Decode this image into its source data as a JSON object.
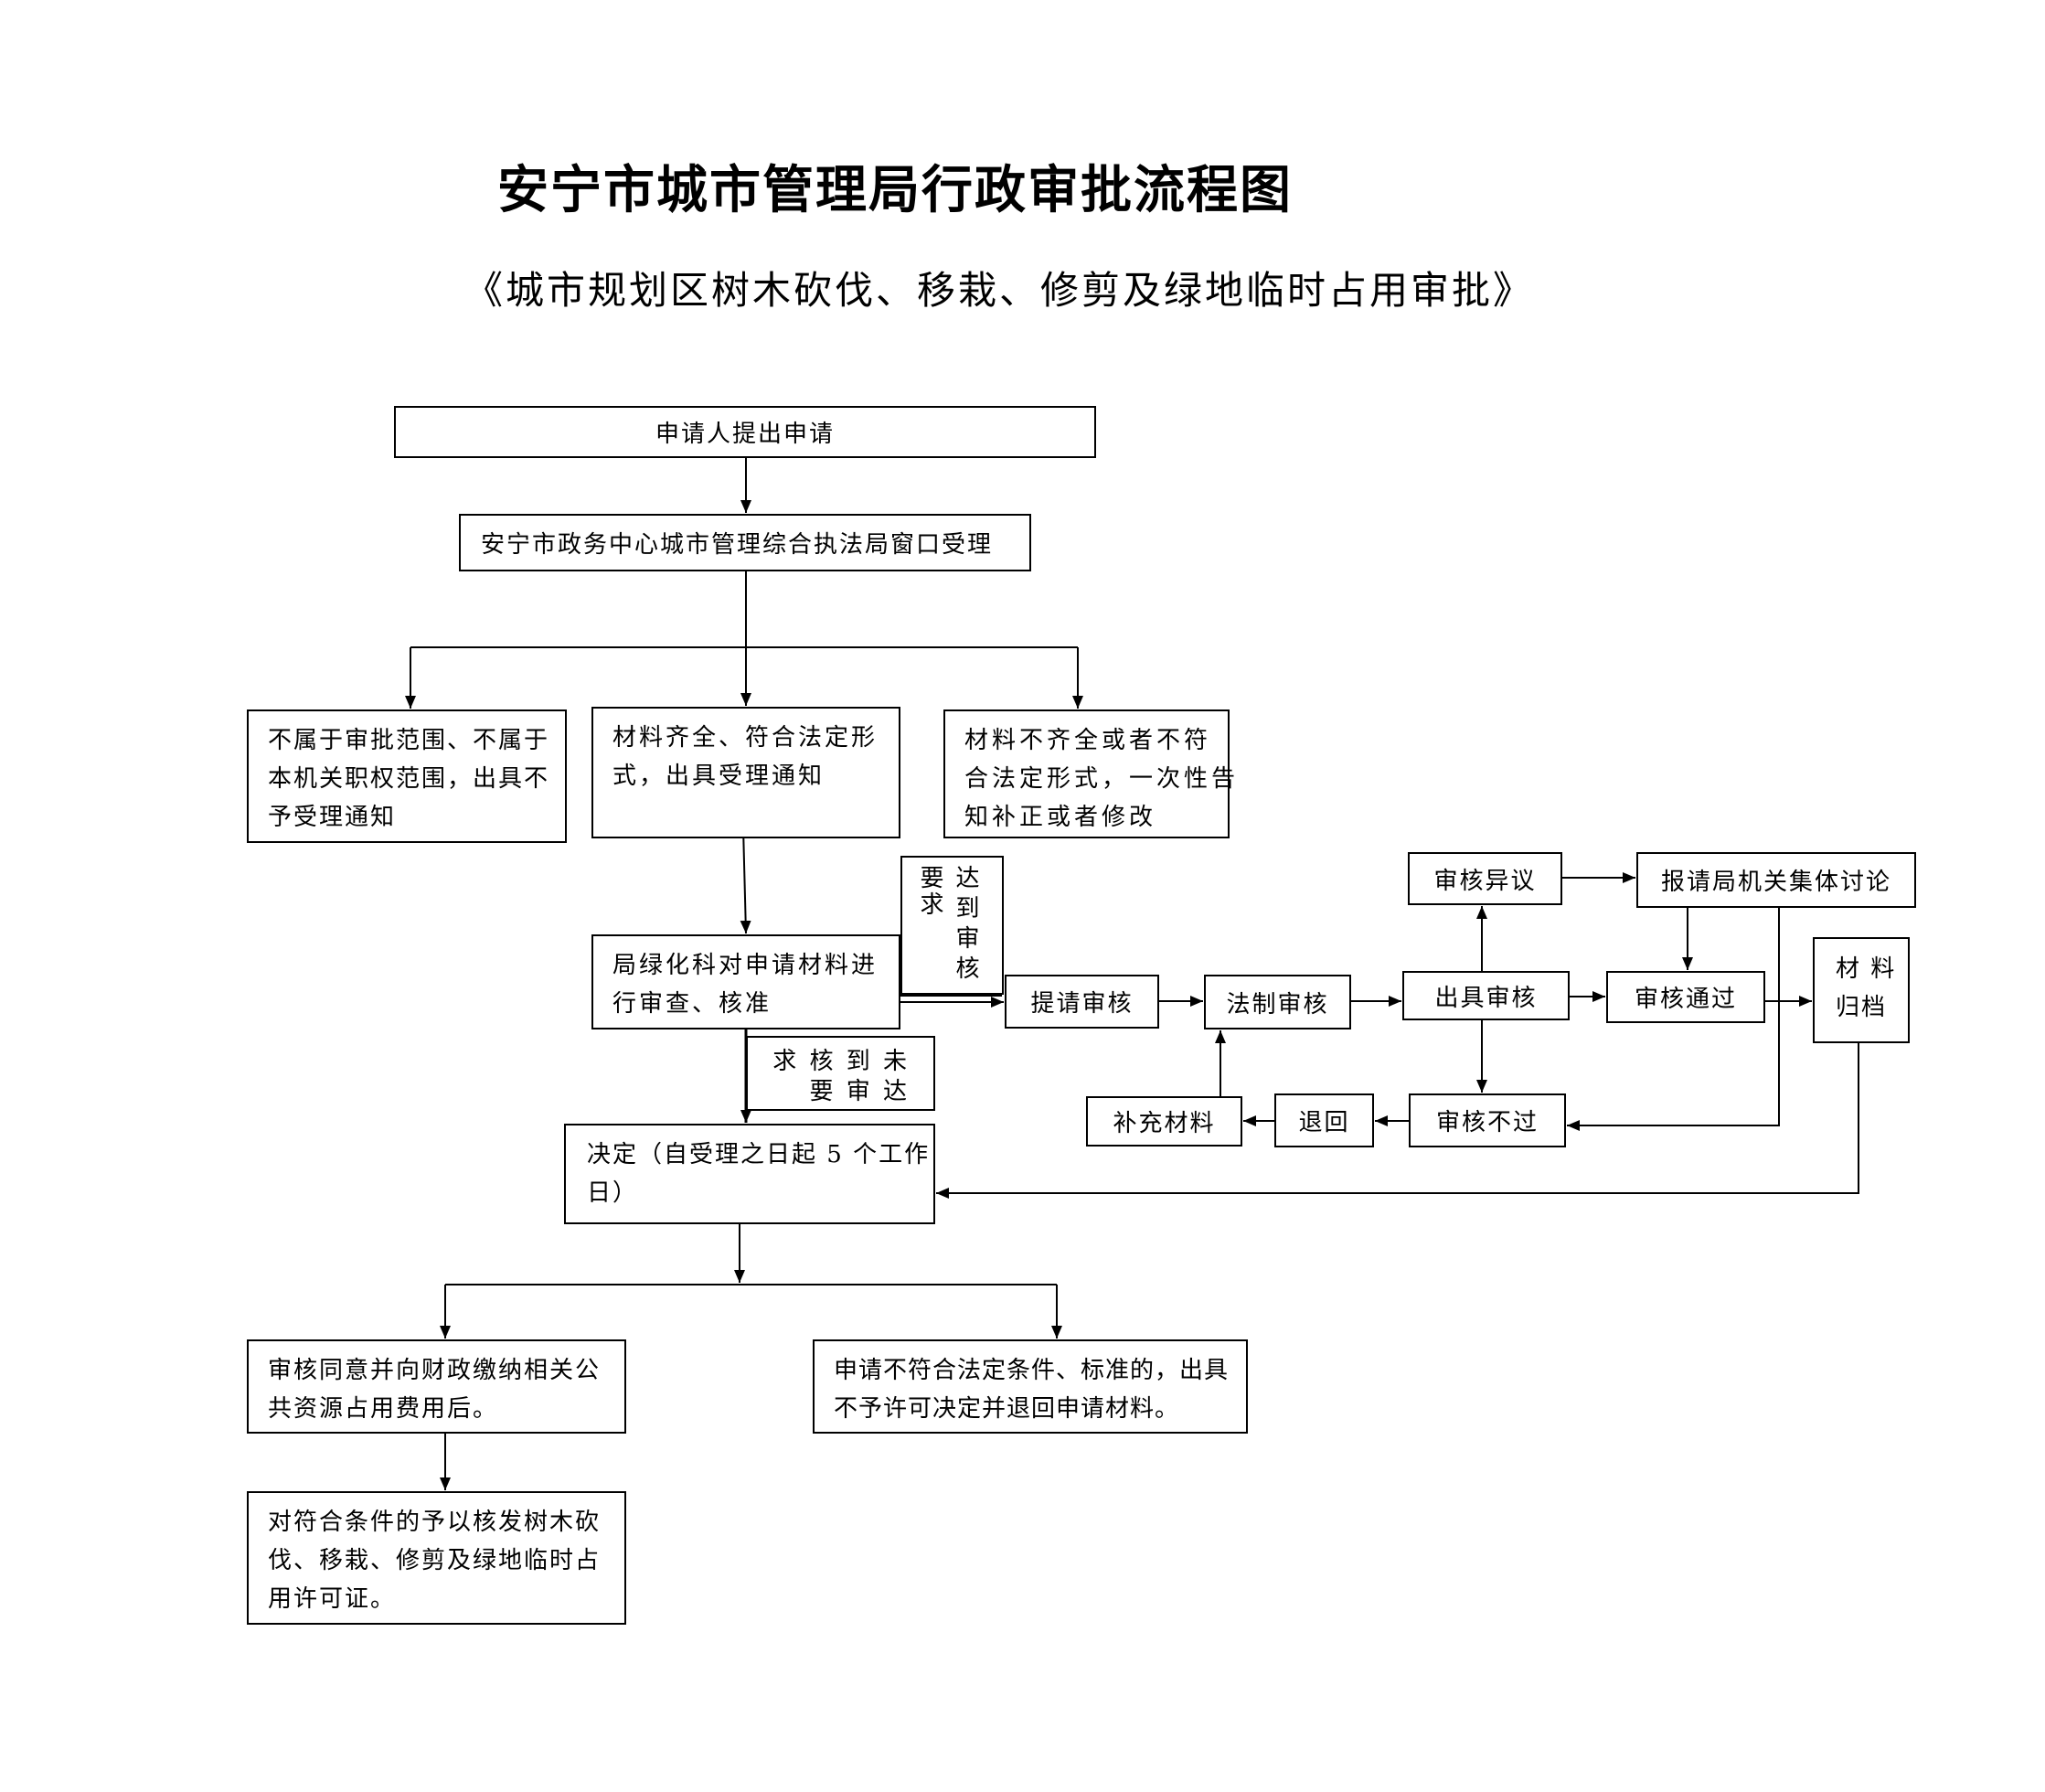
{
  "title": "安宁市城市管理局行政审批流程图",
  "subtitle": "《城市规划区树木砍伐、移栽、修剪及绿地临时占用审批》",
  "flow": {
    "apply": "申请人提出申请",
    "window": "安宁市政务中心城市管理综合执法局窗口受理",
    "not_in_scope": [
      "不属于审批范围、不属于",
      "本机关职权范围，出具不",
      "予受理通知"
    ],
    "accepted": [
      "材料齐全、符合法定形",
      "式，出具受理通知"
    ],
    "incomplete": [
      "材料不齐全或者不符",
      "合法定形式，一次性告",
      "知补正或者修改"
    ],
    "greening_review": [
      "局绿化科对申请材料进",
      "行审查、核准"
    ],
    "meets_requirement": [
      "要求",
      "达到审核"
    ],
    "submit_review": "提请审核",
    "legal_review": "法制审核",
    "issue_review": "出具审核",
    "review_objection": "审核异议",
    "collective_discussion": "报请局机关集体讨论",
    "review_passed": "审核通过",
    "archive": [
      "材 料",
      "归档"
    ],
    "review_failed": "审核不过",
    "return": "退回",
    "supplement": "补充材料",
    "not_meet_requirement": [
      "求 核 到 未",
      "要 审 达"
    ],
    "decision": [
      "决定（自受理之日起 5 个工作",
      "日）"
    ],
    "approve_pay": [
      "审核同意并向财政缴纳相关公",
      "共资源占用费用后。"
    ],
    "reject": [
      "申请不符合法定条件、标准的，出具",
      "不予许可决定并退回申请材料。"
    ],
    "issue_permit": [
      "对符合条件的予以核发树木砍",
      "伐、移栽、修剪及绿地临时占",
      "用许可证。"
    ]
  }
}
